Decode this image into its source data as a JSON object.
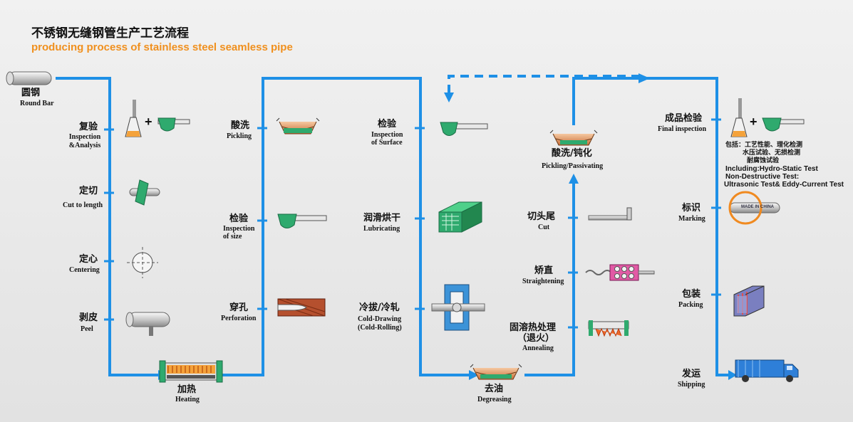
{
  "title": {
    "zh": "不锈钢无缝钢管生产工艺流程",
    "en": "producing process of stainless steel seamless pipe"
  },
  "colors": {
    "flow": "#1e90e6",
    "accent": "#f0901e",
    "green": "#2faa6e"
  },
  "steps": {
    "round_bar": {
      "zh": "圆钢",
      "en": "Round Bar",
      "icon": "round-bar-icon"
    },
    "inspection_analysis": {
      "zh": "复验",
      "en1": "Inspection",
      "en2": "&Analysis",
      "icon": "flask-caliper-icon"
    },
    "cut_to_length": {
      "zh": "定切",
      "en": "Cut to length",
      "icon": "saw-blade-icon"
    },
    "centering": {
      "zh": "定心",
      "en": "Centering",
      "icon": "crosshair-icon"
    },
    "peel": {
      "zh": "剥皮",
      "en": "Peel",
      "icon": "peeling-roller-icon"
    },
    "heating": {
      "zh": "加热",
      "en": "Heating",
      "icon": "furnace-icon"
    },
    "pickling": {
      "zh": "酸洗",
      "en": "Pickling",
      "icon": "acid-tank-icon"
    },
    "inspection_size": {
      "zh": "检验",
      "en1": "Inspection",
      "en2": "of size",
      "icon": "caliper-icon"
    },
    "perforation": {
      "zh": "穿孔",
      "en": "Perforation",
      "icon": "piercing-mill-icon"
    },
    "inspection_surface": {
      "zh": "检验",
      "en1": "Inspection",
      "en2": "of Surface",
      "icon": "caliper-icon"
    },
    "lubricating": {
      "zh": "润滑烘干",
      "en": "Lubricating",
      "icon": "drying-rack-icon"
    },
    "cold_drawing": {
      "zh": "冷拔/冷轧",
      "en1": "Cold-Drawing",
      "en2": "(Cold-Rolling)",
      "icon": "drawing-die-icon"
    },
    "degreasing": {
      "zh": "去油",
      "en": "Degreasing",
      "icon": "degreasing-tank-icon"
    },
    "pickling_passivating": {
      "zh": "酸洗/钝化",
      "en": "Pickling/Passivating",
      "icon": "acid-tank-icon"
    },
    "cut": {
      "zh": "切头尾",
      "en": "Cut",
      "icon": "pipe-cut-icon"
    },
    "straightening": {
      "zh": "矫直",
      "en": "Straightening",
      "icon": "straightener-icon"
    },
    "annealing": {
      "zh1": "固溶热处理",
      "zh2": "（退火）",
      "en": "Annealing",
      "icon": "annealing-furnace-icon"
    },
    "final_inspection": {
      "zh": "成品检验",
      "en": "Final inspection",
      "icon": "flask-caliper-icon"
    },
    "marking": {
      "zh": "标识",
      "en": "Marking",
      "icon": "marked-pipe-icon"
    },
    "packing": {
      "zh": "包装",
      "en": "Packing",
      "icon": "bundle-icon"
    },
    "shipping": {
      "zh": "发运",
      "en": "Shipping",
      "icon": "truck-icon"
    }
  },
  "final_note": {
    "zh1": "包括：工艺性能、理化检测",
    "zh2": "水压试验、无损检测",
    "zh3": "耐腐蚀试验",
    "en1": "Including:Hydro-Static Test",
    "en2": "Non-Destructive Test:",
    "en3": "Ultrasonic Test& Eddy-Current Test"
  },
  "marking_text": "MADE IN CHINA",
  "plus_sign": "+"
}
